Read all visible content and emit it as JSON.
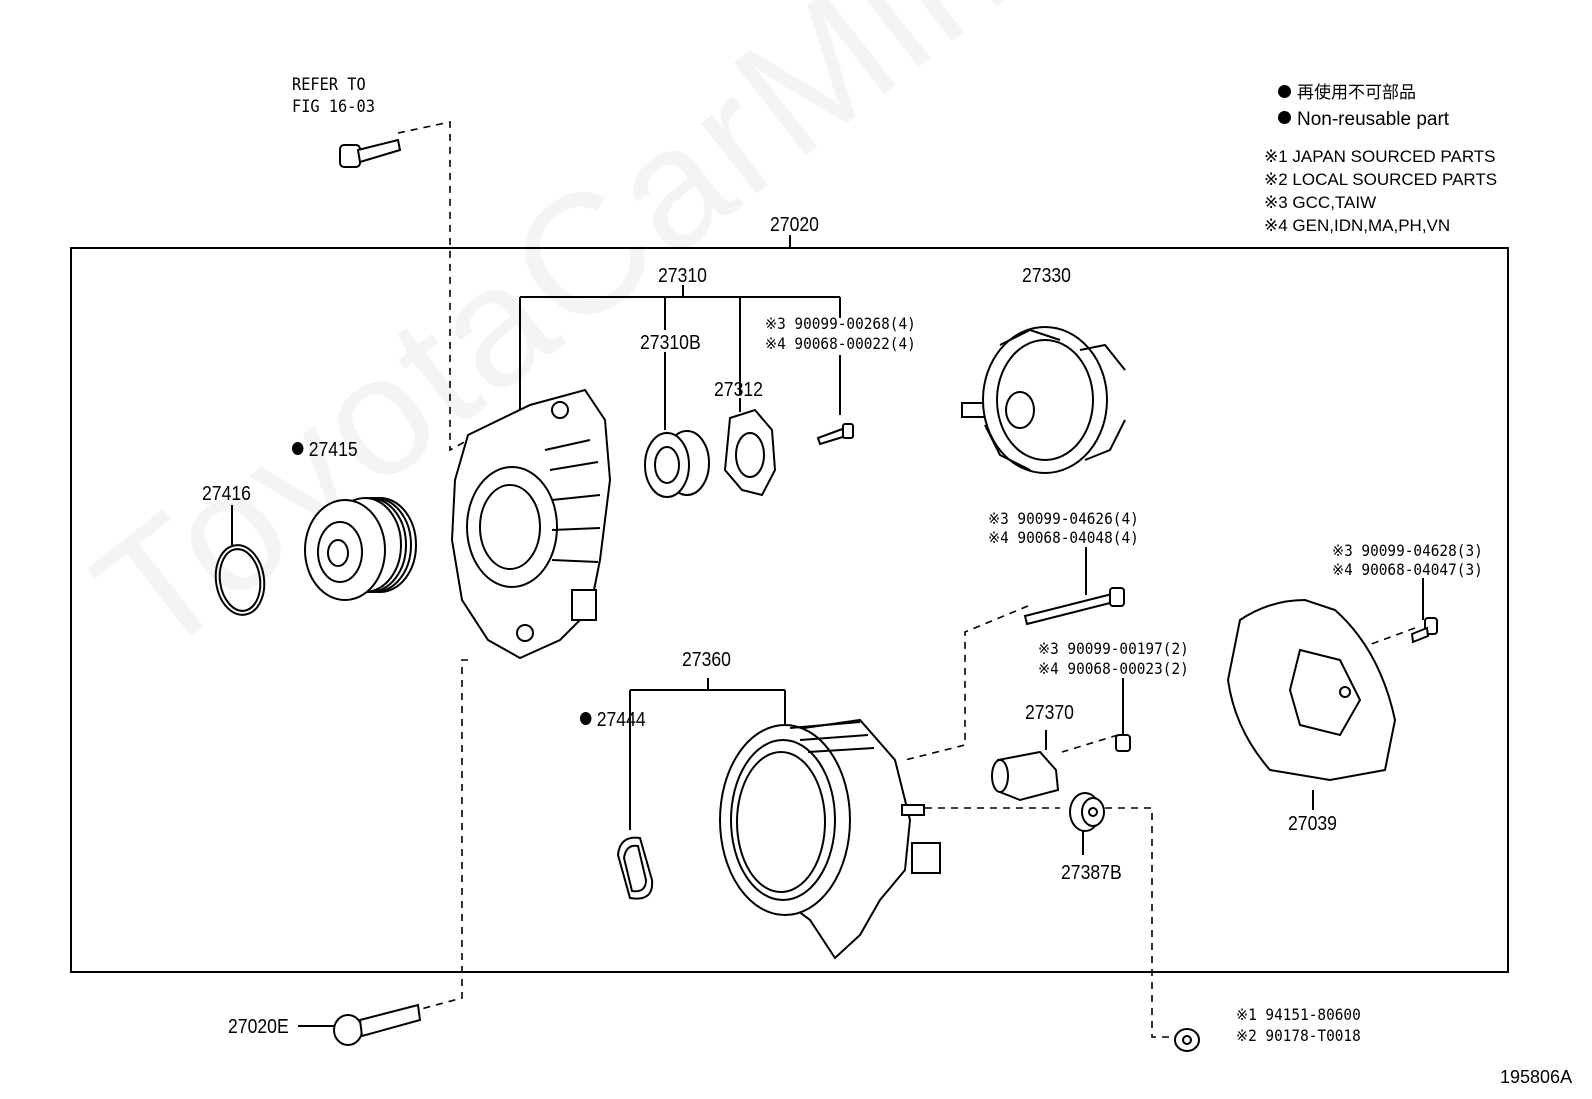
{
  "watermark": "ToyotaCarMine",
  "legend": {
    "japanese": "再使用不可部品",
    "english": "Non-reusable part",
    "notes": [
      "※1 JAPAN SOURCED PARTS",
      "※2 LOCAL SOURCED PARTS",
      "※3 GCC,TAIW",
      "※4 GEN,IDN,MA,PH,VN"
    ]
  },
  "refer": {
    "line1": "REFER TO",
    "line2": "FIG 16-03"
  },
  "parts": {
    "p27020": "27020",
    "p27310": "27310",
    "p27310B": "27310B",
    "p27312": "27312",
    "p27330": "27330",
    "p27415": "27415",
    "p27416": "27416",
    "p27360": "27360",
    "p27444": "27444",
    "p27370": "27370",
    "p27387B": "27387B",
    "p27039": "27039",
    "p27020E": "27020E"
  },
  "part_numbers": {
    "screw_top_a": "※3 90099-00268(4)",
    "screw_top_b": "※4 90068-00022(4)",
    "bolt_long_a": "※3 90099-04626(4)",
    "bolt_long_b": "※4 90068-04048(4)",
    "bolt_cover_a": "※3 90099-04628(3)",
    "bolt_cover_b": "※4 90068-04047(3)",
    "screw_reg_a": "※3 90099-00197(2)",
    "screw_reg_b": "※4 90068-00023(2)",
    "nut_a": "※1 94151-80600",
    "nut_b": "※2 90178-T0018"
  },
  "figure_id": "195806A"
}
